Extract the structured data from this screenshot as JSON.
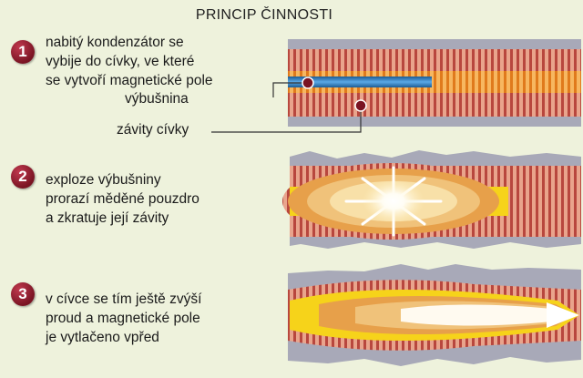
{
  "title": "PRINCIP ČINNOSTI",
  "steps": [
    {
      "number": "1",
      "text_lines": [
        "nabitý kondenzátor se",
        "vybije do cívky, ve které",
        "se vytvoří magnetické pole"
      ]
    },
    {
      "number": "2",
      "text_lines": [
        "exploze výbušniny",
        "prorazí měděné pouzdro",
        "a zkratuje její závity"
      ]
    },
    {
      "number": "3",
      "text_lines": [
        "v cívce se tím ještě zvýší",
        "proud a magnetické pole",
        "je vytlačeno vpřed"
      ]
    }
  ],
  "labels": {
    "explosive": "výbušnina",
    "coil_turns": "závity cívky"
  },
  "colors": {
    "badge": "#8e1b2c",
    "coil": "#c0544a",
    "casing": "#a8a9b8",
    "explosive": "#3a86c8",
    "fire_yellow": "#f6d31a",
    "fire_orange": "#e7a04a"
  }
}
